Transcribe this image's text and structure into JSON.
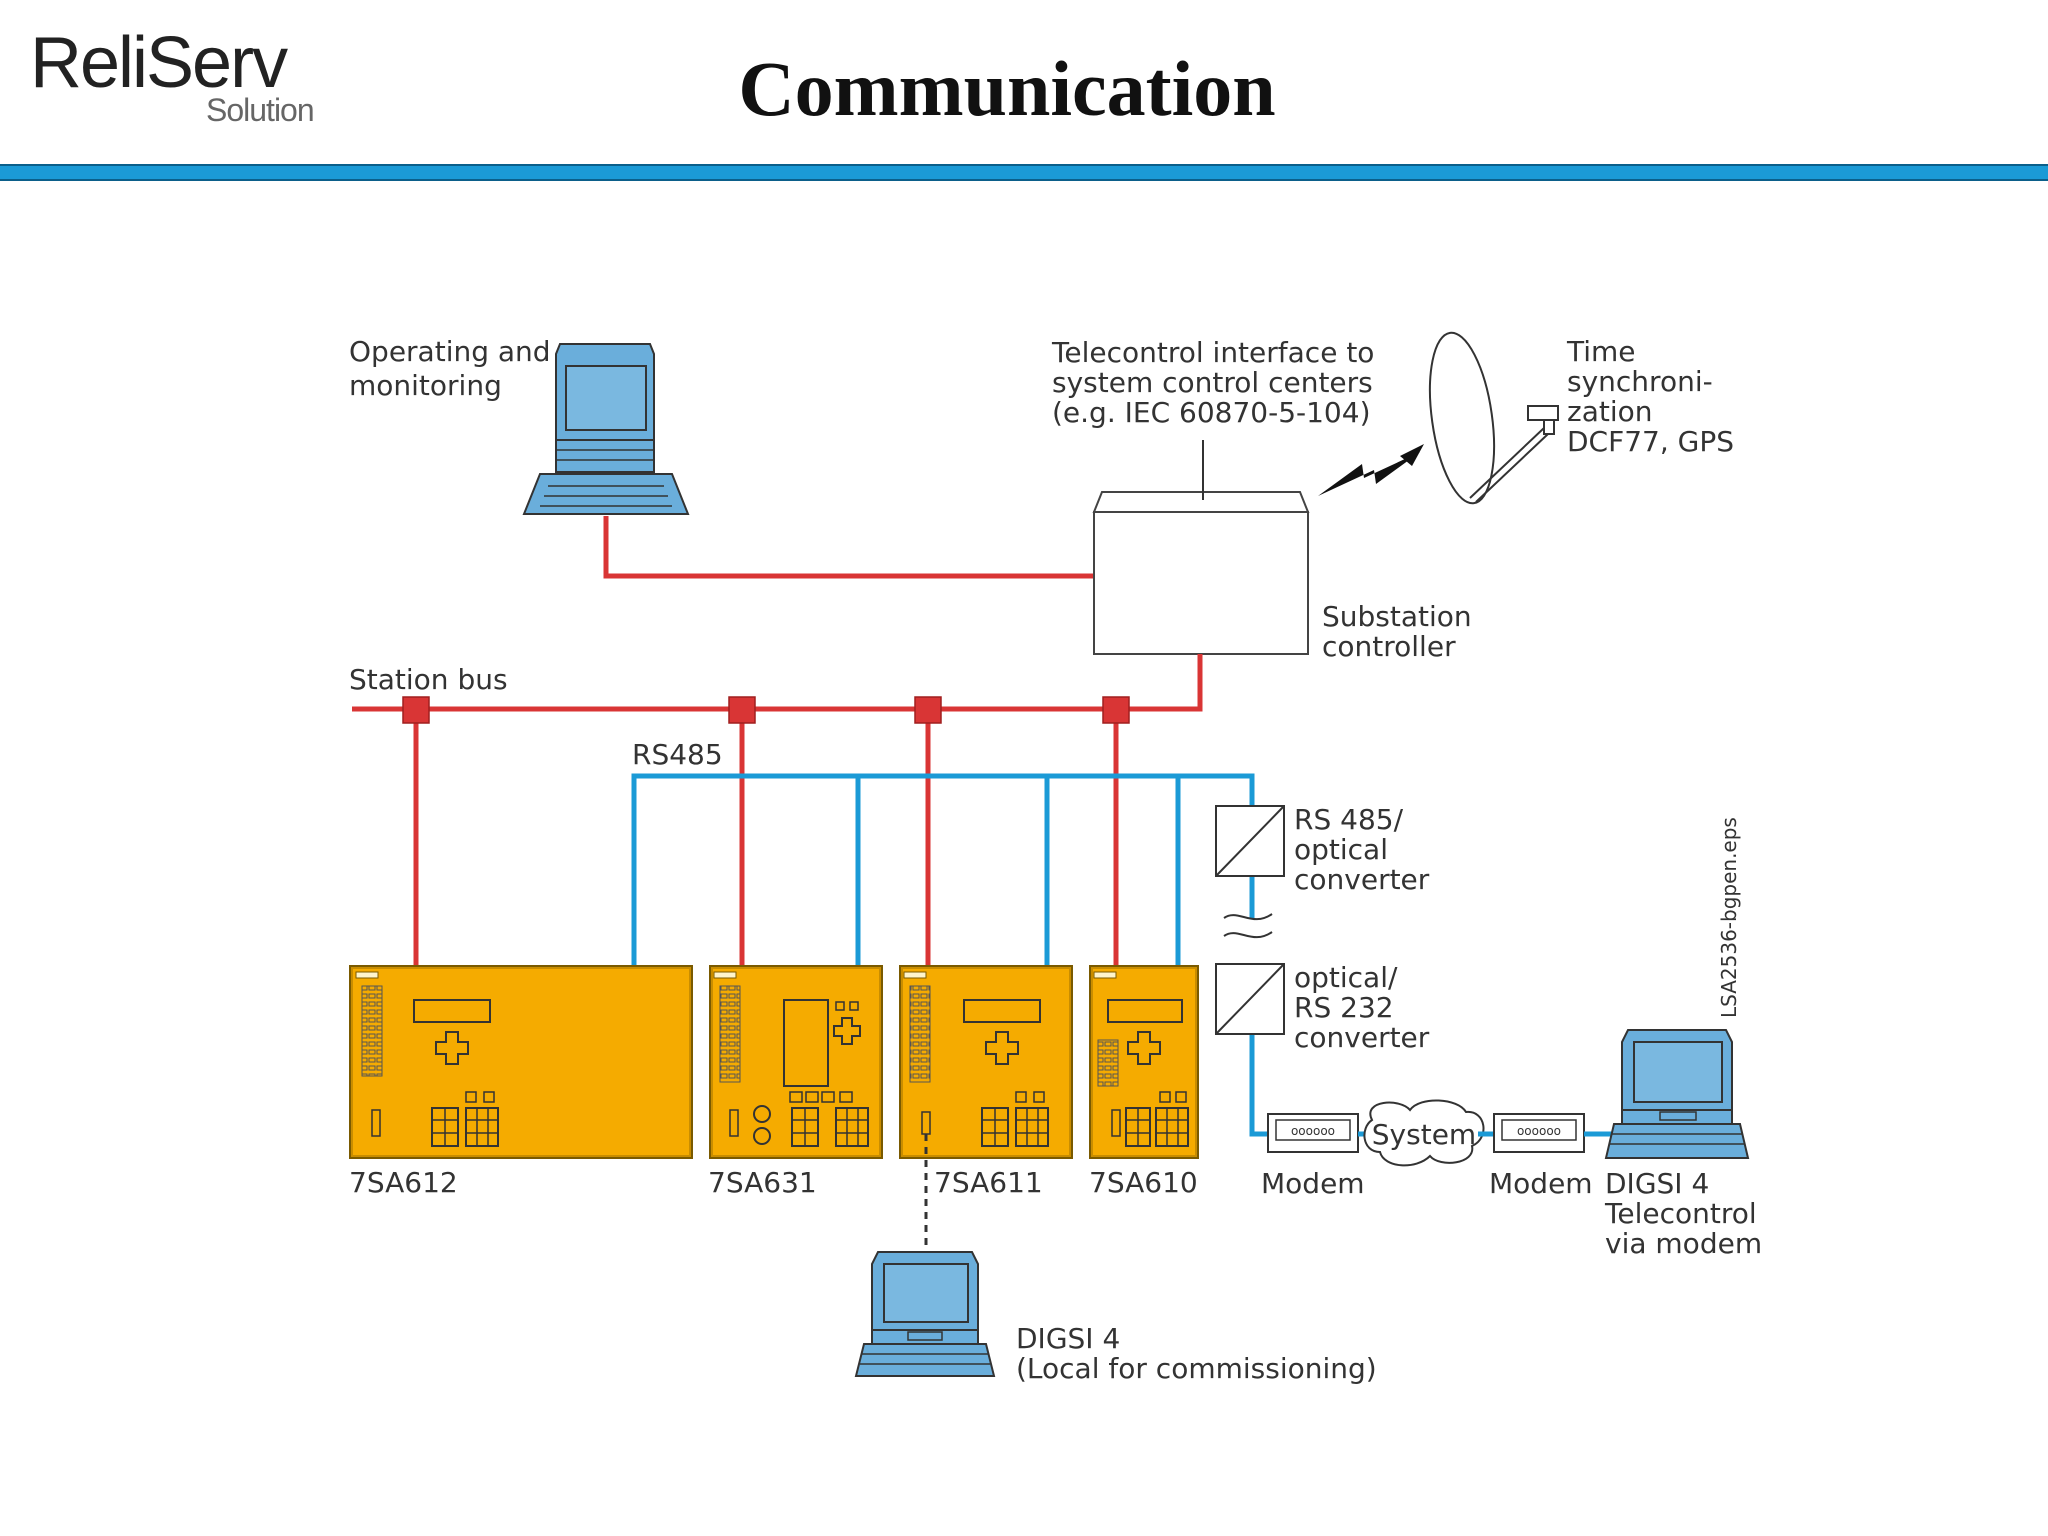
{
  "header": {
    "logo_main": "ReliServ",
    "logo_sub": "Solution",
    "title": "Communication"
  },
  "colors": {
    "accent_bar": "#1b9ad6",
    "station_bus": "#d93535",
    "rs485": "#1b9ad6",
    "device_fill": "#f5ab00",
    "computer_fill": "#6aaedb"
  },
  "labels": {
    "operating_1": "Operating and",
    "operating_2": "monitoring",
    "telecontrol_1": "Telecontrol interface to",
    "telecontrol_2": "system control centers",
    "telecontrol_3": "(e.g. IEC 60870-5-104)",
    "time_1": "Time",
    "time_2": "synchroni-",
    "time_3": "zation",
    "time_4": "DCF77, GPS",
    "substation_1": "Substation",
    "substation_2": "controller",
    "station_bus": "Station bus",
    "rs485": "RS485",
    "rs485_conv_1": "RS 485/",
    "rs485_conv_2": "optical",
    "rs485_conv_3": "converter",
    "opt_conv_1": "optical/",
    "opt_conv_2": "RS 232",
    "opt_conv_3": "converter",
    "source_file": "LSA2536-bgpen.eps",
    "dev_7sa612": "7SA612",
    "dev_7sa631": "7SA631",
    "dev_7sa611": "7SA611",
    "dev_7sa610": "7SA610",
    "modem_left": "Modem",
    "system": "System",
    "modem_right": "Modem",
    "digsi_remote_1": "DIGSI 4",
    "digsi_remote_2": "Telecontrol",
    "digsi_remote_3": "via modem",
    "digsi_local_1": "DIGSI 4",
    "digsi_local_2": "(Local for commissioning)",
    "modem_dots": "oooooo"
  }
}
